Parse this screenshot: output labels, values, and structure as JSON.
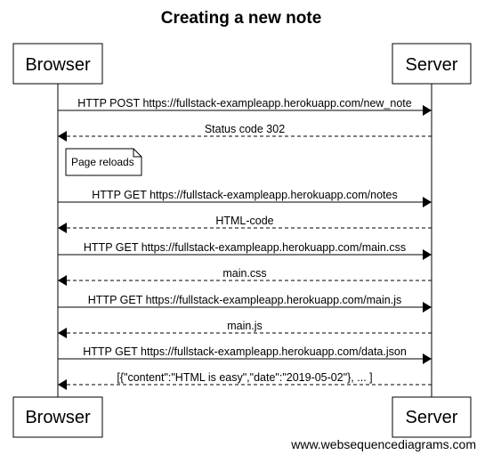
{
  "title": "Creating a new note",
  "participants": [
    {
      "id": "browser",
      "label": "Browser"
    },
    {
      "id": "server",
      "label": "Server"
    }
  ],
  "messages": [
    {
      "from": "browser",
      "to": "server",
      "style": "solid",
      "label": "HTTP POST https://fullstack-exampleapp.herokuapp.com/new_note"
    },
    {
      "from": "server",
      "to": "browser",
      "style": "dashed",
      "label": "Status code 302"
    },
    {
      "from": "browser",
      "to": "server",
      "style": "solid",
      "label": "HTTP GET https://fullstack-exampleapp.herokuapp.com/notes"
    },
    {
      "from": "server",
      "to": "browser",
      "style": "dashed",
      "label": "HTML-code"
    },
    {
      "from": "browser",
      "to": "server",
      "style": "solid",
      "label": "HTTP GET https://fullstack-exampleapp.herokuapp.com/main.css"
    },
    {
      "from": "server",
      "to": "browser",
      "style": "dashed",
      "label": "main.css"
    },
    {
      "from": "browser",
      "to": "server",
      "style": "solid",
      "label": "HTTP GET https://fullstack-exampleapp.herokuapp.com/main.js"
    },
    {
      "from": "server",
      "to": "browser",
      "style": "dashed",
      "label": "main.js"
    },
    {
      "from": "browser",
      "to": "server",
      "style": "solid",
      "label": "HTTP GET https://fullstack-exampleapp.herokuapp.com/data.json"
    },
    {
      "from": "server",
      "to": "browser",
      "style": "dashed",
      "label": "[{\"content\":\"HTML is easy\",\"date\":\"2019-05-02\"}, ... ]"
    }
  ],
  "note": {
    "text": "Page reloads"
  },
  "watermark": "www.websequencediagrams.com"
}
